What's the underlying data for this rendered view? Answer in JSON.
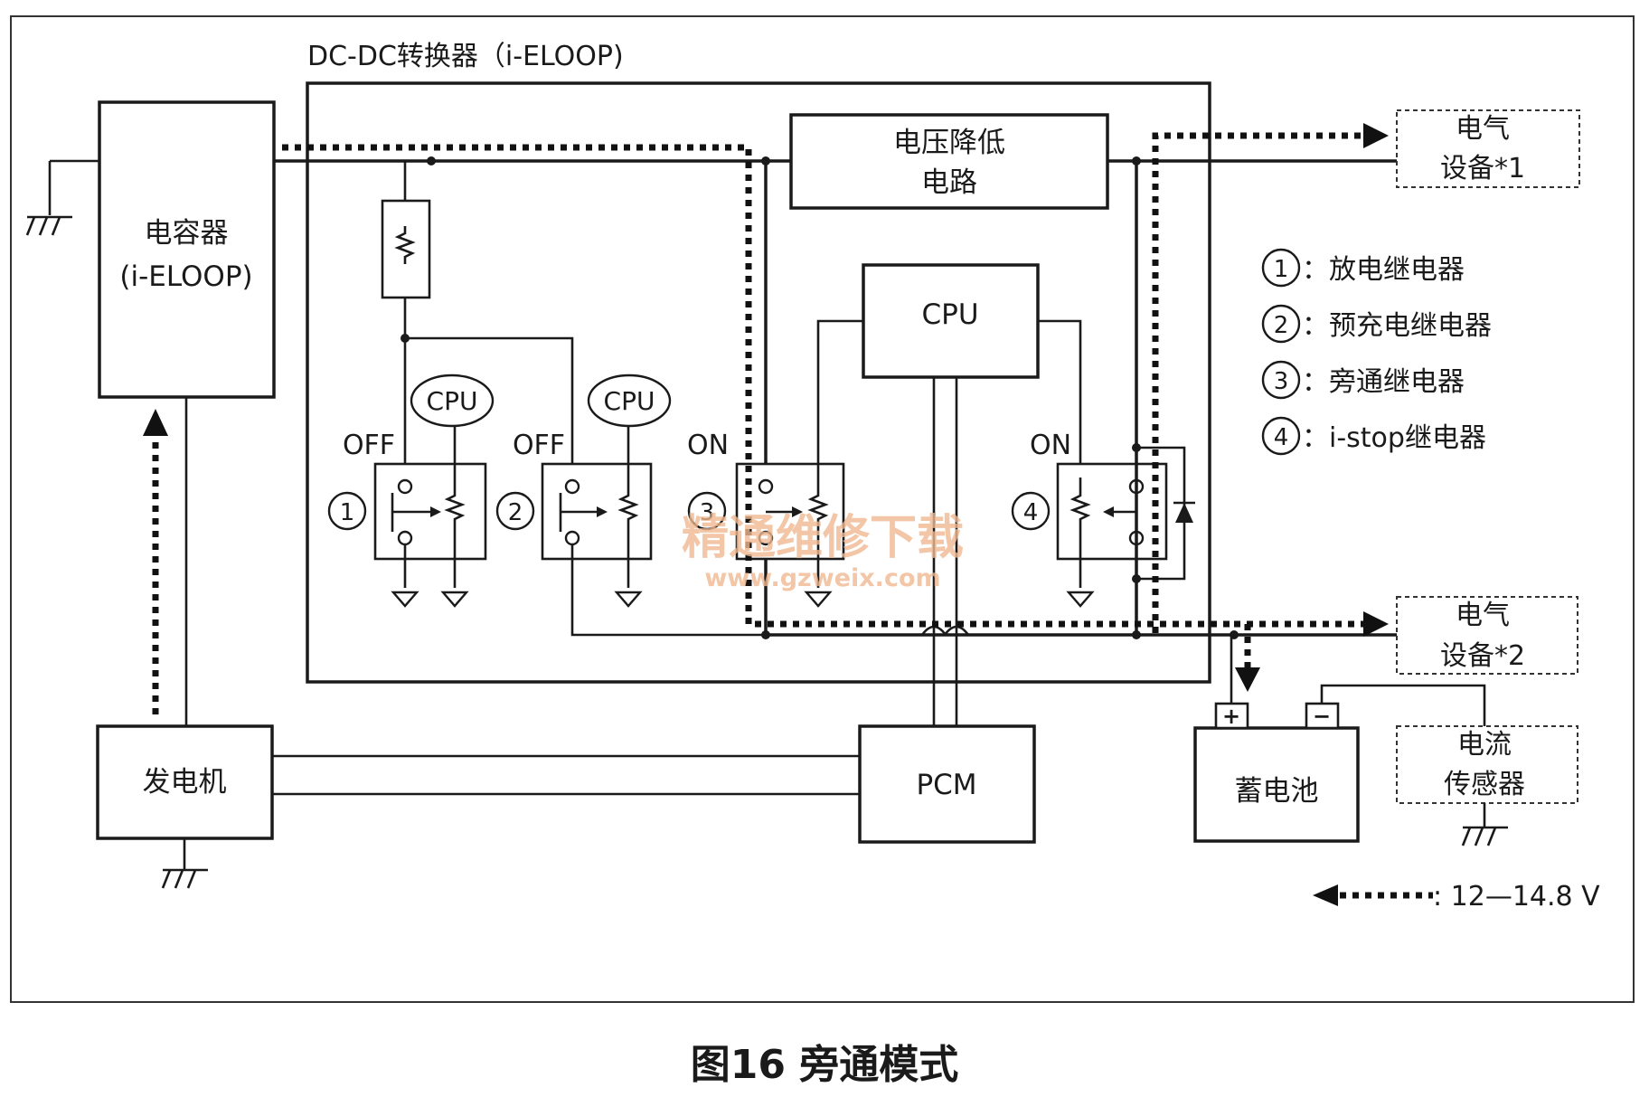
{
  "converter": {
    "title": "DC-DC转换器（i-ELOOP)"
  },
  "capacitor": {
    "line1": "电容器",
    "line2": "(i-ELOOP)"
  },
  "voltage_reducer": {
    "line1": "电压降低",
    "line2": "电路"
  },
  "cpu_main": "CPU",
  "cpu_small_1": "CPU",
  "cpu_small_2": "CPU",
  "relays": [
    {
      "num": "1",
      "state": "OFF"
    },
    {
      "num": "2",
      "state": "OFF"
    },
    {
      "num": "3",
      "state": "ON"
    },
    {
      "num": "4",
      "state": "ON"
    }
  ],
  "load1": {
    "line1": "电气",
    "line2": "设备*1"
  },
  "load2": {
    "line1": "电气",
    "line2": "设备*2"
  },
  "legend": [
    {
      "num": "1",
      "text": "：放电继电器"
    },
    {
      "num": "2",
      "text": "：预充电继电器"
    },
    {
      "num": "3",
      "text": "：旁通继电器"
    },
    {
      "num": "4",
      "text": "：i-stop继电器"
    }
  ],
  "generator": "发电机",
  "pcm": "PCM",
  "battery": {
    "label": "蓄电池",
    "plus": "+",
    "minus": "−"
  },
  "current_sensor": {
    "line1": "电流",
    "line2": "传感器"
  },
  "flow_legend": ": 12—14.8 V",
  "watermark": {
    "cn": "精通维修下载",
    "url": "www.gzweix.com"
  },
  "caption": "图16  旁通模式"
}
